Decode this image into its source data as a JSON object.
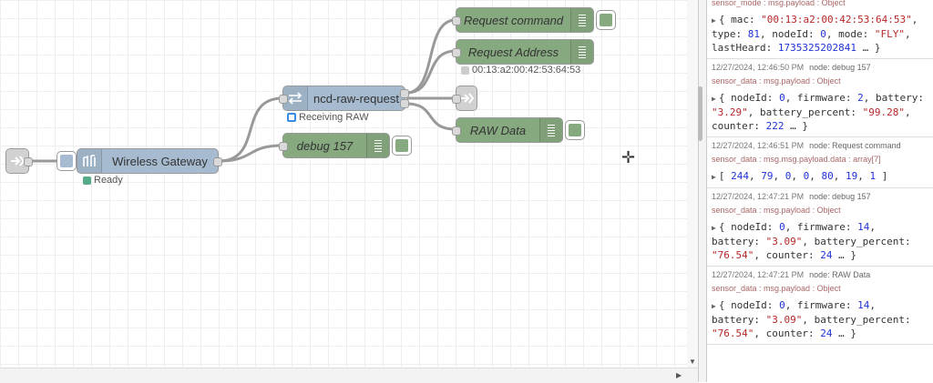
{
  "flow": {
    "nodes": {
      "wireless_gateway": {
        "label": "Wireless Gateway",
        "status": "Ready",
        "status_color": "#5a8"
      },
      "ncd_raw_request": {
        "label": "ncd-raw-request",
        "status": "Receiving RAW",
        "status_color": "#3a8de0"
      },
      "debug_157": {
        "label": "debug 157"
      },
      "request_command": {
        "label": "Request command"
      },
      "request_address": {
        "label": "Request Address",
        "status": "00:13:a2:00:42:53:64:53",
        "status_color": "#ccc"
      },
      "raw_data": {
        "label": "RAW Data"
      }
    },
    "colors": {
      "gateway": "#a6bbcf",
      "debug": "#87a980",
      "link": "#ddd"
    },
    "icons": [
      "link-in-icon",
      "link-out-icon",
      "wireless-icon",
      "swap-icon",
      "debug-list-icon"
    ]
  },
  "debug_panel": {
    "messages": [
      {
        "topic": "sensor_mode : msg.payload : Object",
        "body": "{ mac: \"00:13:a2:00:42:53:64:53\", type: 81, nodeId: 0, mode: \"FLY\", lastHeard: 1735325202841 … }"
      },
      {
        "time": "12/27/2024, 12:46:50 PM",
        "node": "node: debug 157",
        "topic": "sensor_data : msg.payload : Object",
        "body": "{ nodeId: 0, firmware: 2, battery: \"3.29\", battery_percent: \"99.28\", counter: 222 … }"
      },
      {
        "time": "12/27/2024, 12:46:51 PM",
        "node": "node: Request command",
        "topic": "sensor_data : msg.msg.payload.data : array[7]",
        "body": "[ 244, 79, 0, 0, 80, 19, 1 ]"
      },
      {
        "time": "12/27/2024, 12:47:21 PM",
        "node": "node: debug 157",
        "topic": "sensor_data : msg.payload : Object",
        "body": "{ nodeId: 0, firmware: 14, battery: \"3.09\", battery_percent: \"76.54\", counter: 24 … }"
      },
      {
        "time": "12/27/2024, 12:47:21 PM",
        "node": "node: RAW Data",
        "topic": "sensor_data : msg.payload : Object",
        "body": "{ nodeId: 0, firmware: 14, battery: \"3.09\", battery_percent: \"76.54\", counter: 24 … }"
      }
    ]
  }
}
